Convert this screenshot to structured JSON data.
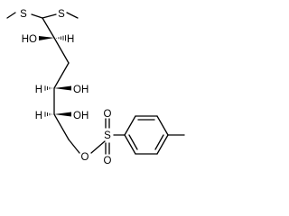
{
  "structure": {
    "groups": {
      "sme_left": "S",
      "sme_right": "S",
      "oh_c2": "HO",
      "h_c2": "H",
      "h_c4": "H",
      "oh_c4": "OH",
      "h_c5": "H",
      "oh_c5": "OH",
      "ester_o": "O",
      "sulfonyl_s": "S",
      "sulfonyl_o_top": "O",
      "sulfonyl_o_bottom": "O"
    }
  }
}
